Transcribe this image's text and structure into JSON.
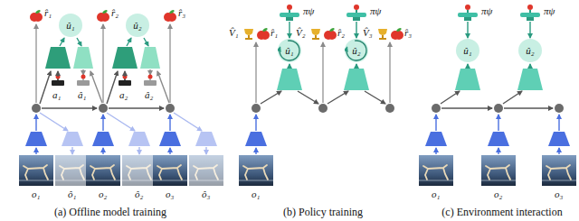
{
  "diagram": {
    "nodes": [
      {
        "text": [
          "û₁"
        ]
      },
      {
        "text": [
          "û₂"
        ]
      },
      {
        "text": [
          "û₁"
        ]
      },
      {
        "text": [
          "û₂"
        ]
      },
      {
        "text": [
          "û₁"
        ]
      },
      {
        "text": [
          "û₂"
        ]
      }
    ],
    "labels": [
      "r̂₁",
      "r̂₂",
      "r̂₃",
      "a₁",
      "â₁",
      "a₂",
      "â₂",
      "o₁",
      "ô₁",
      "o₂",
      "ô₂",
      "o₃",
      "ô₃",
      "(a) Offline model training",
      "V̂₁",
      "r̂₁",
      "V̂₂",
      "r̂₂",
      "V̂₃",
      "r̂₃",
      "πψ",
      "πψ",
      "o₁",
      "(b) Policy training",
      "πψ",
      "πψ",
      "o₁",
      "o₂",
      "o₃",
      "(c) Environment interaction"
    ]
  }
}
